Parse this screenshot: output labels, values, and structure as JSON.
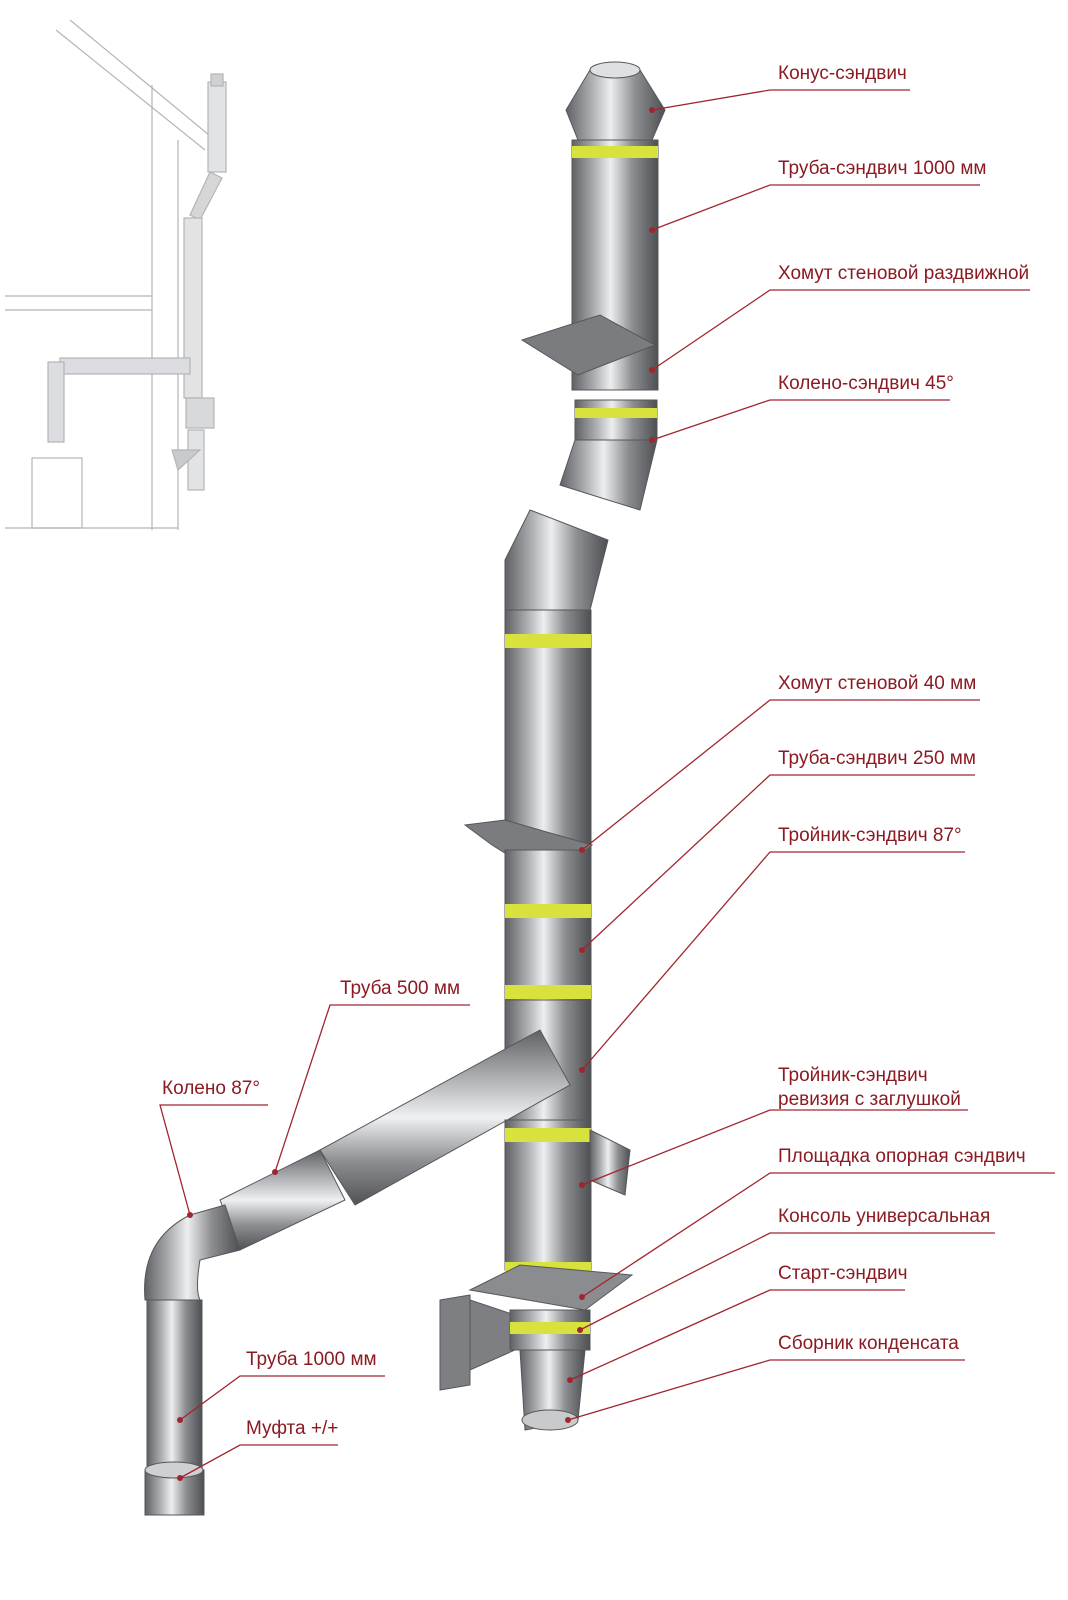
{
  "colors": {
    "label": "#8b1a22",
    "leader": "#a0262e",
    "steel_dark": "#6e7073",
    "steel_light": "#e8e9eb",
    "insulation_ring": "#d7e23c",
    "sketch": "#b5b5b5"
  },
  "callouts": [
    {
      "id": "cone",
      "lines": [
        "Конус-сэндвич"
      ]
    },
    {
      "id": "pipe1000s",
      "lines": [
        "Труба-сэндвич 1000 мм"
      ]
    },
    {
      "id": "clamp_slide",
      "lines": [
        "Хомут стеновой раздвижной"
      ]
    },
    {
      "id": "elbow45",
      "lines": [
        "Колено-сэндвич 45°"
      ]
    },
    {
      "id": "clamp40",
      "lines": [
        "Хомут стеновой 40 мм"
      ]
    },
    {
      "id": "pipe250",
      "lines": [
        "Труба-сэндвич 250 мм"
      ]
    },
    {
      "id": "tee87s",
      "lines": [
        "Тройник-сэндвич 87°"
      ]
    },
    {
      "id": "pipe500",
      "lines": [
        "Труба 500 мм"
      ]
    },
    {
      "id": "elbow87",
      "lines": [
        "Колено 87°"
      ]
    },
    {
      "id": "tee_rev",
      "lines": [
        "Тройник-сэндвич",
        "ревизия с заглушкой"
      ]
    },
    {
      "id": "platform",
      "lines": [
        "Площадка опорная сэндвич"
      ]
    },
    {
      "id": "console",
      "lines": [
        "Консоль универсальная"
      ]
    },
    {
      "id": "start",
      "lines": [
        "Старт-сэндвич"
      ]
    },
    {
      "id": "condensate",
      "lines": [
        "Сборник конденсата"
      ]
    },
    {
      "id": "pipe1000",
      "lines": [
        "Труба 1000 мм"
      ]
    },
    {
      "id": "coupling",
      "lines": [
        "Муфта +/+"
      ]
    }
  ]
}
